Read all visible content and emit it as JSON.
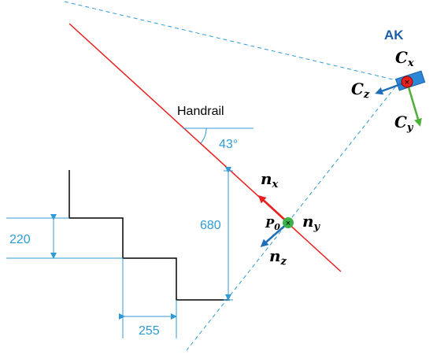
{
  "camera": {
    "name": "AK",
    "axes": {
      "x": "C",
      "x_sub": "x",
      "y": "C",
      "y_sub": "y",
      "z": "C",
      "z_sub": "z"
    }
  },
  "handrail": {
    "label": "Handrail",
    "angle": "43°"
  },
  "point": {
    "label": "P",
    "sub": "0"
  },
  "normals": {
    "x": "n",
    "x_sub": "x",
    "y": "n",
    "y_sub": "y",
    "z": "n",
    "z_sub": "z"
  },
  "dimensions": {
    "height": "680",
    "rise": "220",
    "tread": "255"
  },
  "colors": {
    "handrail": "#e8201e",
    "dimension": "#2f9bd4",
    "camera_body": "#2e86d6",
    "x_axis": "#e8201e",
    "y_axis": "#4caf3a",
    "z_axis": "#1f6fb8",
    "ak_label": "#1f5fa8"
  }
}
